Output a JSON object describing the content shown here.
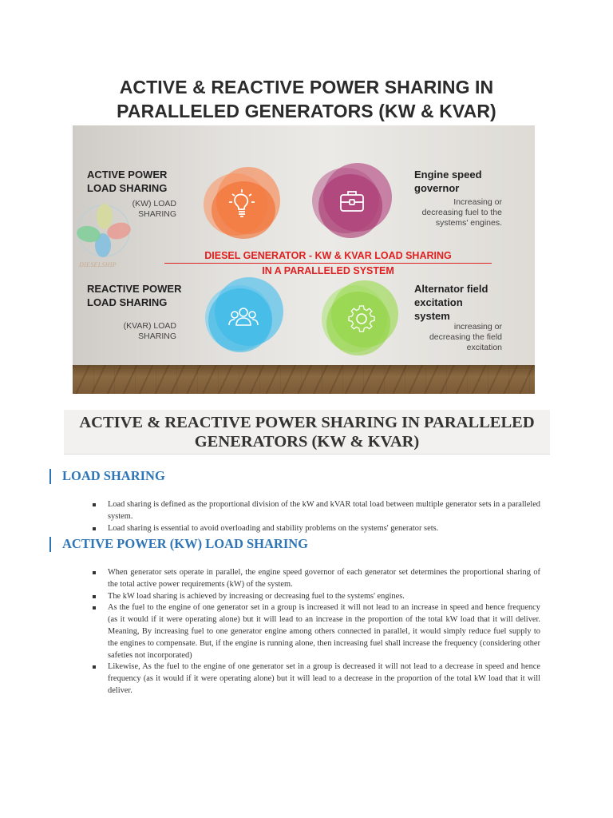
{
  "document": {
    "title": "ACTIVE & REACTIVE POWER SHARING IN PARALLELED GENERATORS (KW & KVAR)"
  },
  "infographic": {
    "top_left": {
      "heading": "ACTIVE POWER\nLOAD SHARING",
      "sub": "(KW) LOAD\nSHARING",
      "icon": "lightbulb-icon",
      "color": "#f26b2a"
    },
    "top_right": {
      "heading": "Engine speed\ngovernor",
      "sub": "Increasing or\ndecreasing fuel to the\nsystems' engines.",
      "icon": "briefcase-icon",
      "color": "#a8336e"
    },
    "bottom_left": {
      "heading": "REACTIVE POWER\nLOAD SHARING",
      "sub": "(KVAR) LOAD\nSHARING",
      "icon": "users-icon",
      "color": "#2bb5e6"
    },
    "bottom_right": {
      "heading": "Alternator field\nexcitation\nsystem",
      "sub": "increasing or\ndecreasing the field\nexcitation",
      "icon": "gear-icon",
      "color": "#8cd13a"
    },
    "center_line1": "DIESEL GENERATOR - KW & KVAR LOAD SHARING",
    "center_line2": "IN A PARALLELED SYSTEM",
    "center_color": "#e02020",
    "logo_text": "DIESELSHIP"
  },
  "article": {
    "title": "ACTIVE & REACTIVE POWER SHARING IN PARALLELED GENERATORS (KW & KVAR)",
    "heading_color": "#2e75b6",
    "sections": [
      {
        "heading": "LOAD SHARING",
        "bullets": [
          "Load sharing is defined as the proportional division of the kW and kVAR total load between multiple generator sets in a paralleled system.",
          "Load sharing is essential to avoid overloading and stability problems on the systems' generator sets."
        ]
      },
      {
        "heading": "ACTIVE POWER (KW) LOAD SHARING",
        "bullets": [
          "When generator sets operate in parallel, the engine speed governor of each generator set determines the proportional sharing of the total active power requirements (kW) of the system.",
          "The kW load sharing is achieved by increasing or decreasing fuel to the systems' engines.",
          "As the fuel to the engine of one generator set in a group is increased it will not lead to an increase in speed and hence frequency (as it would if it were operating alone) but it will lead to an increase in the proportion of the total kW load that it will deliver. Meaning, By increasing fuel to one generator engine among others connected in parallel, it would simply reduce fuel supply to the engines to compensate. But, if the engine is running alone, then increasing fuel shall increase the frequency (considering other safeties not incorporated)",
          "Likewise, As the fuel to the engine of one generator set in a group is decreased it will not lead to a decrease in speed and hence frequency (as it would if it were operating alone) but it will lead to a decrease in the proportion of the total kW load that it will deliver."
        ]
      }
    ]
  }
}
